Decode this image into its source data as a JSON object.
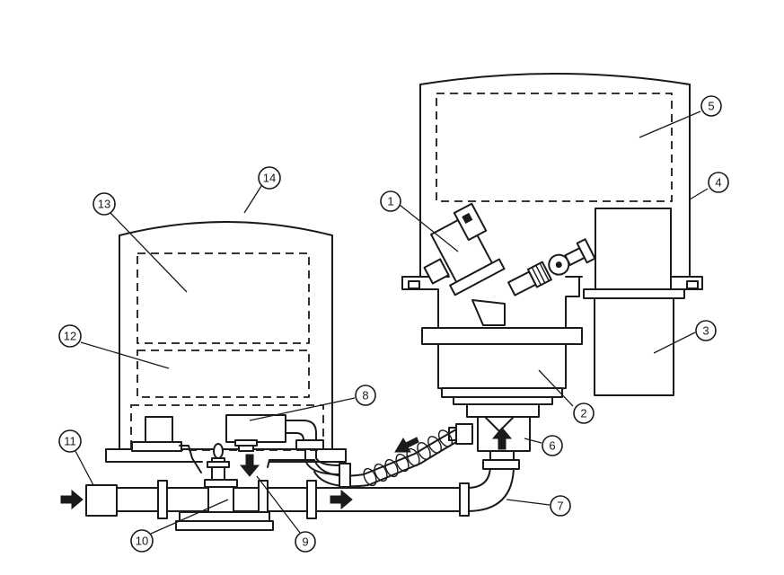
{
  "callouts": [
    {
      "id": "c1",
      "label": "1"
    },
    {
      "id": "c2",
      "label": "2"
    },
    {
      "id": "c3",
      "label": "3"
    },
    {
      "id": "c4",
      "label": "4"
    },
    {
      "id": "c5",
      "label": "5"
    },
    {
      "id": "c6",
      "label": "6"
    },
    {
      "id": "c7",
      "label": "7"
    },
    {
      "id": "c8",
      "label": "8"
    },
    {
      "id": "c9",
      "label": "9"
    },
    {
      "id": "c10",
      "label": "10"
    },
    {
      "id": "c11",
      "label": "11"
    },
    {
      "id": "c12",
      "label": "12"
    },
    {
      "id": "c13",
      "label": "13"
    },
    {
      "id": "c14",
      "label": "14"
    }
  ],
  "flow_arrows": [
    "inlet-arrow",
    "pipe-flow-arrow",
    "riser-flow-arrow",
    "hose-flow-arrow",
    "downflow-arrow"
  ],
  "colors": {
    "line": "#1a1a1a",
    "background": "#ffffff"
  }
}
